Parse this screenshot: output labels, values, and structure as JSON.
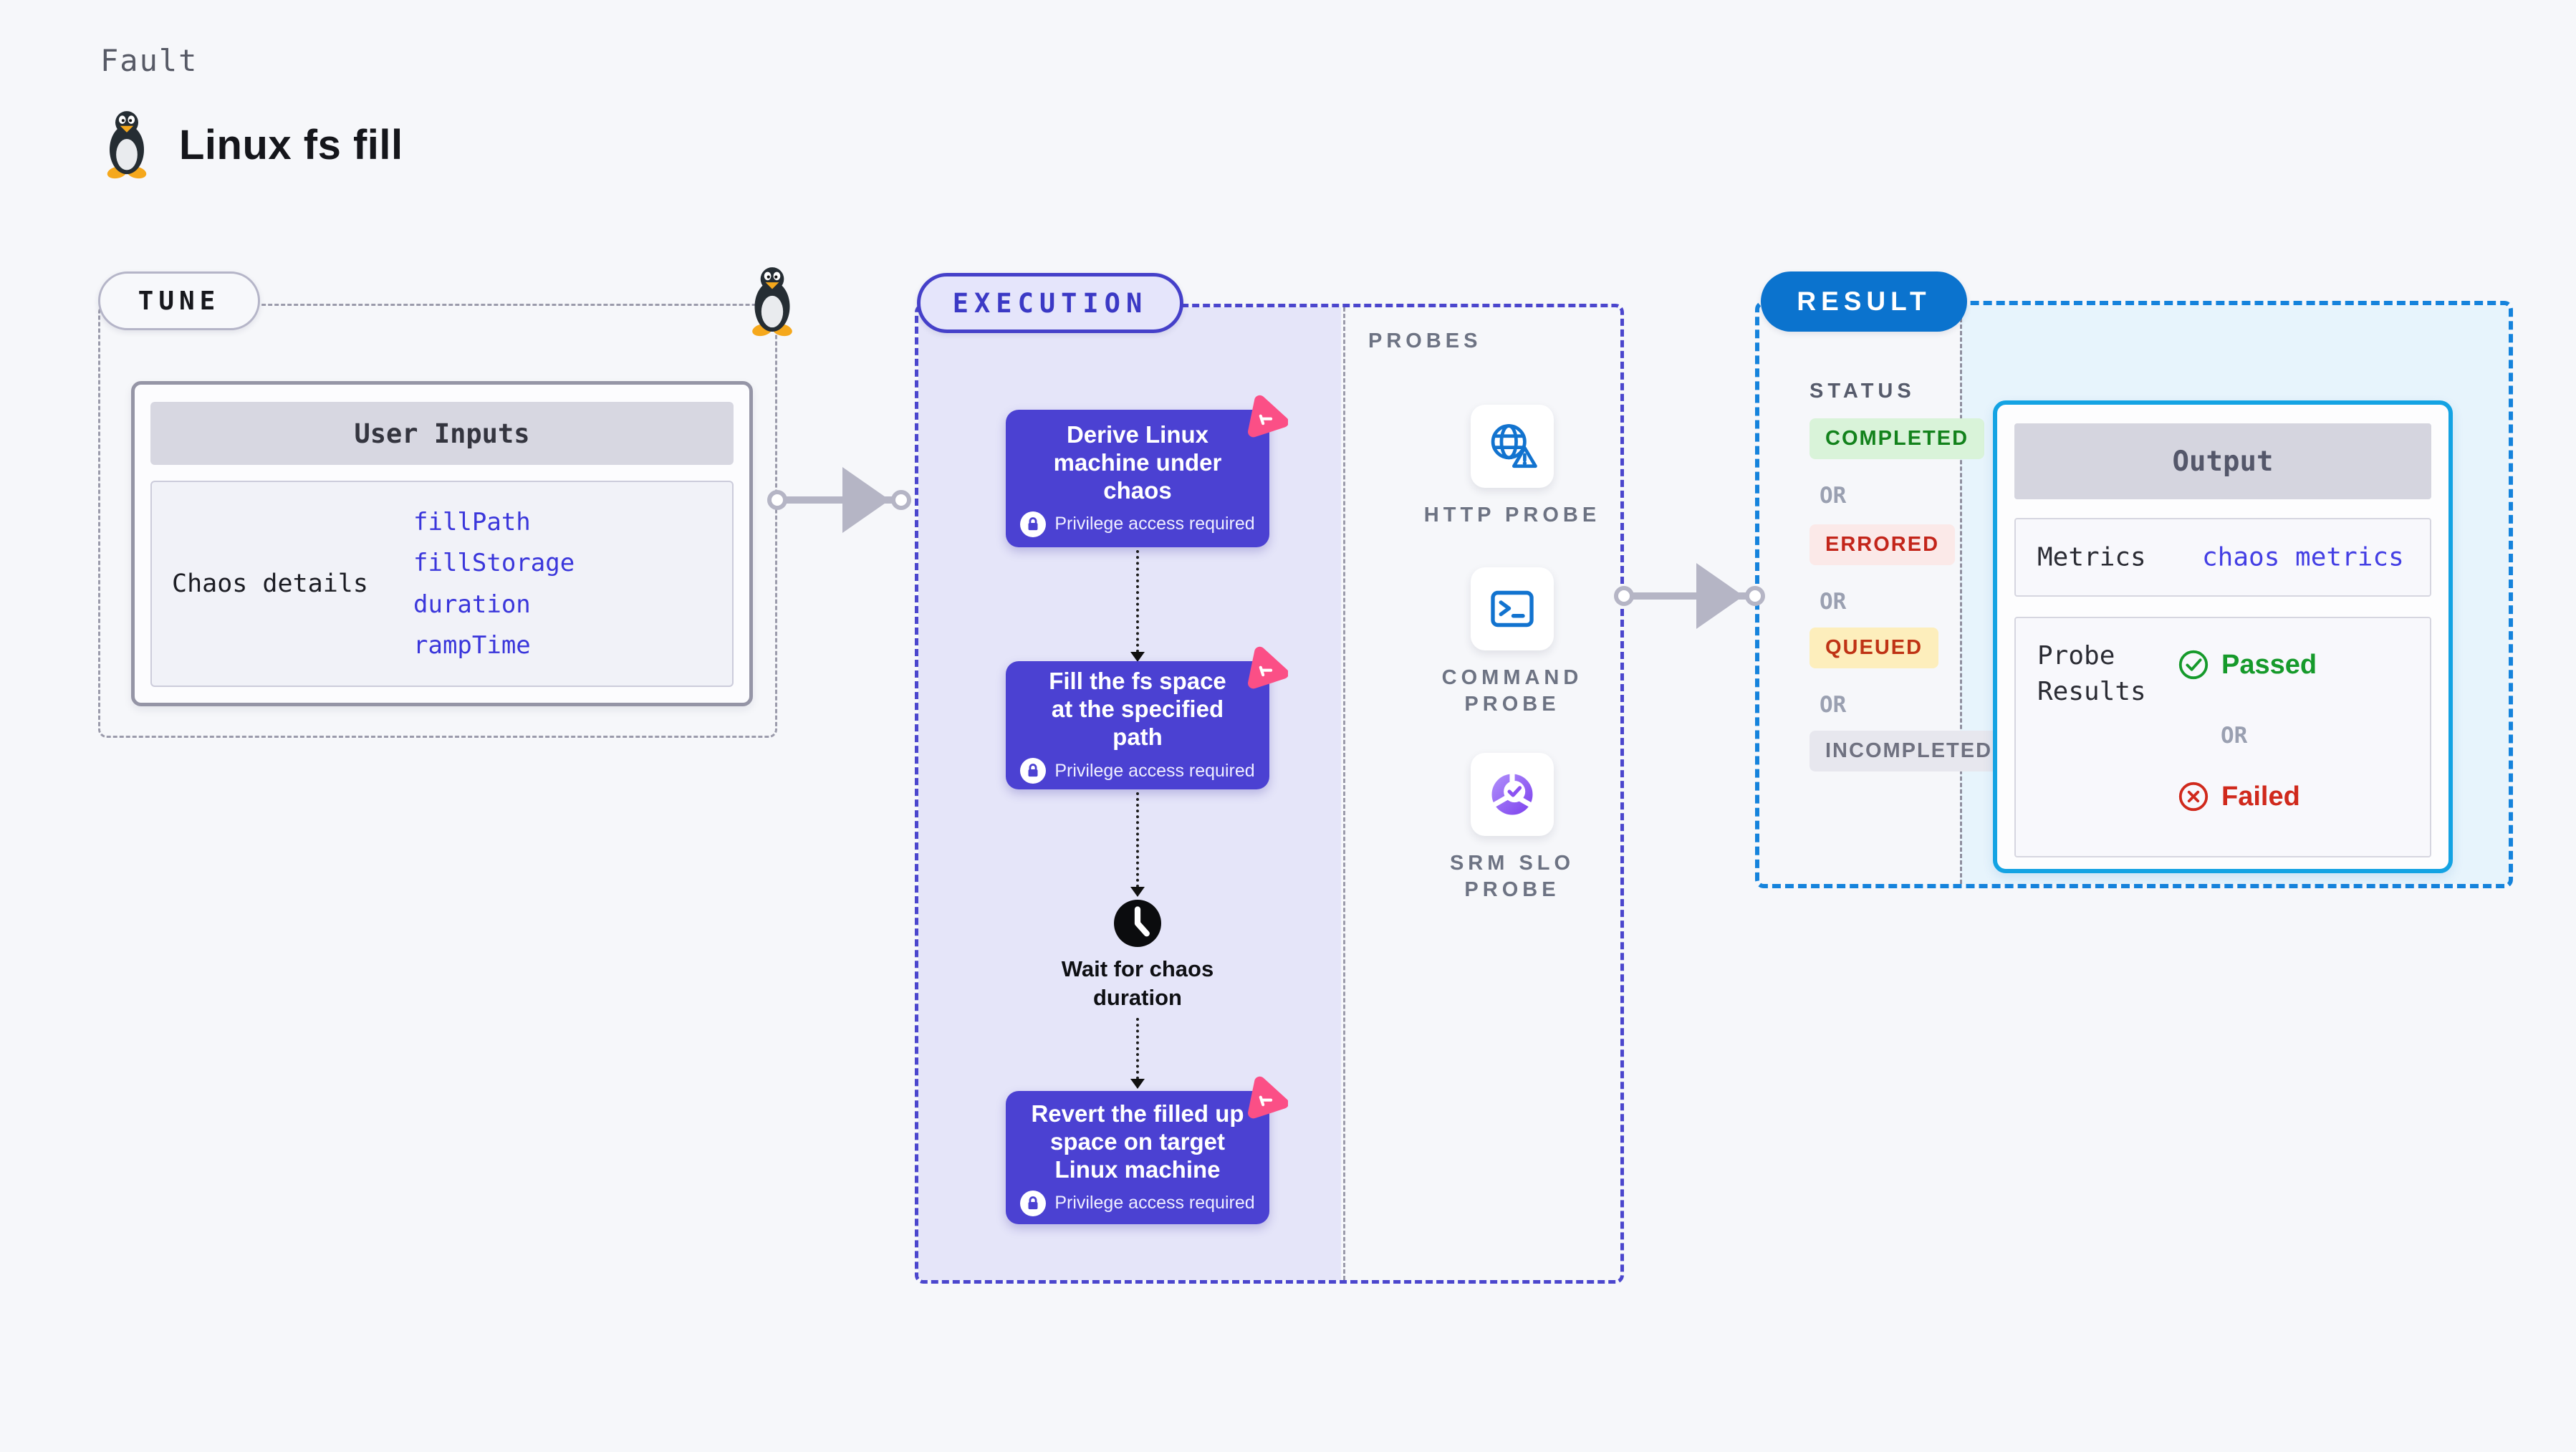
{
  "page": {
    "fault_label": "Fault",
    "title": "Linux fs fill"
  },
  "tune": {
    "badge": "TUNE",
    "user_inputs_title": "User Inputs",
    "chaos_details_label": "Chaos details",
    "params": [
      "fillPath",
      "fillStorage",
      "duration",
      "rampTime"
    ]
  },
  "execution": {
    "badge": "EXECUTION",
    "steps": [
      {
        "title_lines": [
          "Derive Linux",
          "machine under",
          "chaos"
        ],
        "note": "Privilege access required"
      },
      {
        "title_lines": [
          "Fill the fs space",
          "at the specified",
          "path"
        ],
        "note": "Privilege access required"
      },
      {
        "title_lines": [
          "Revert the filled up",
          "space on target",
          "Linux machine"
        ],
        "note": "Privilege access required"
      }
    ],
    "wait_label": "Wait for chaos duration"
  },
  "probes": {
    "heading": "PROBES",
    "items": [
      {
        "label": "HTTP PROBE",
        "icon": "globe-alert-icon"
      },
      {
        "label": "COMMAND PROBE",
        "icon": "terminal-icon"
      },
      {
        "label": "SRM SLO PROBE",
        "icon": "slo-donut-check-icon"
      }
    ]
  },
  "result": {
    "badge": "RESULT",
    "status_heading": "STATUS",
    "or_label": "OR",
    "statuses": [
      {
        "label": "COMPLETED"
      },
      {
        "label": "ERRORED"
      },
      {
        "label": "QUEUED"
      },
      {
        "label": "INCOMPLETED"
      }
    ],
    "output": {
      "title": "Output",
      "metrics_label": "Metrics",
      "metrics_link": "chaos metrics",
      "probe_results_label": "Probe Results",
      "passed": "Passed",
      "failed": "Failed"
    }
  },
  "colors": {
    "page_bg": "#f6f7fa",
    "step_indigo": "#4b41d2",
    "execution_border": "#4b46cd",
    "lavender_fill": "#e5e5f9",
    "chaos_pink": "#fb4f86",
    "result_badge_blue": "#0b73ce",
    "result_border_blue": "#1583dc",
    "result_fill_blue": "#e7f4fc",
    "output_border_cyan": "#14a3e3",
    "link_blue": "#443fe4",
    "passed_green": "#169a2b",
    "failed_red": "#d0291c",
    "status_completed": "#13821c",
    "status_errored": "#c3251a",
    "status_queued": "#bf3315",
    "status_incompleted": "#6f7180",
    "arrow_gray": "#b5b5c5",
    "probe_icon_blue": "#1273cf"
  }
}
